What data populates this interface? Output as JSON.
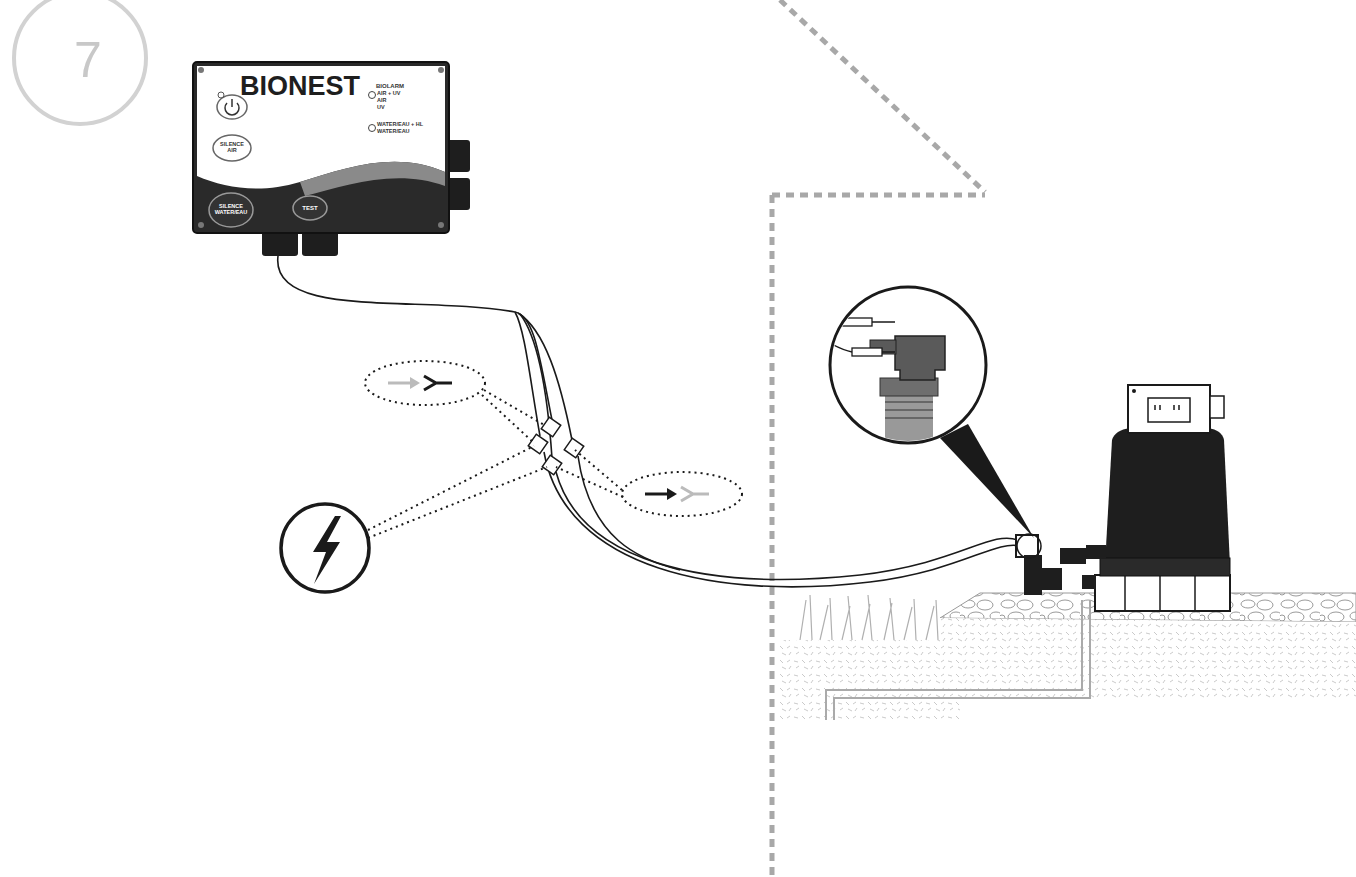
{
  "diagram": {
    "labels": [
      "7",
      "BIONEST",
      "BIOLARM",
      "AIR + UV",
      "AIR",
      "UV",
      "WATER/EAU + HL",
      "WATER/EAU",
      "SILENCE AIR",
      "SILENCE WATER/EAU",
      "TEST"
    ]
  }
}
